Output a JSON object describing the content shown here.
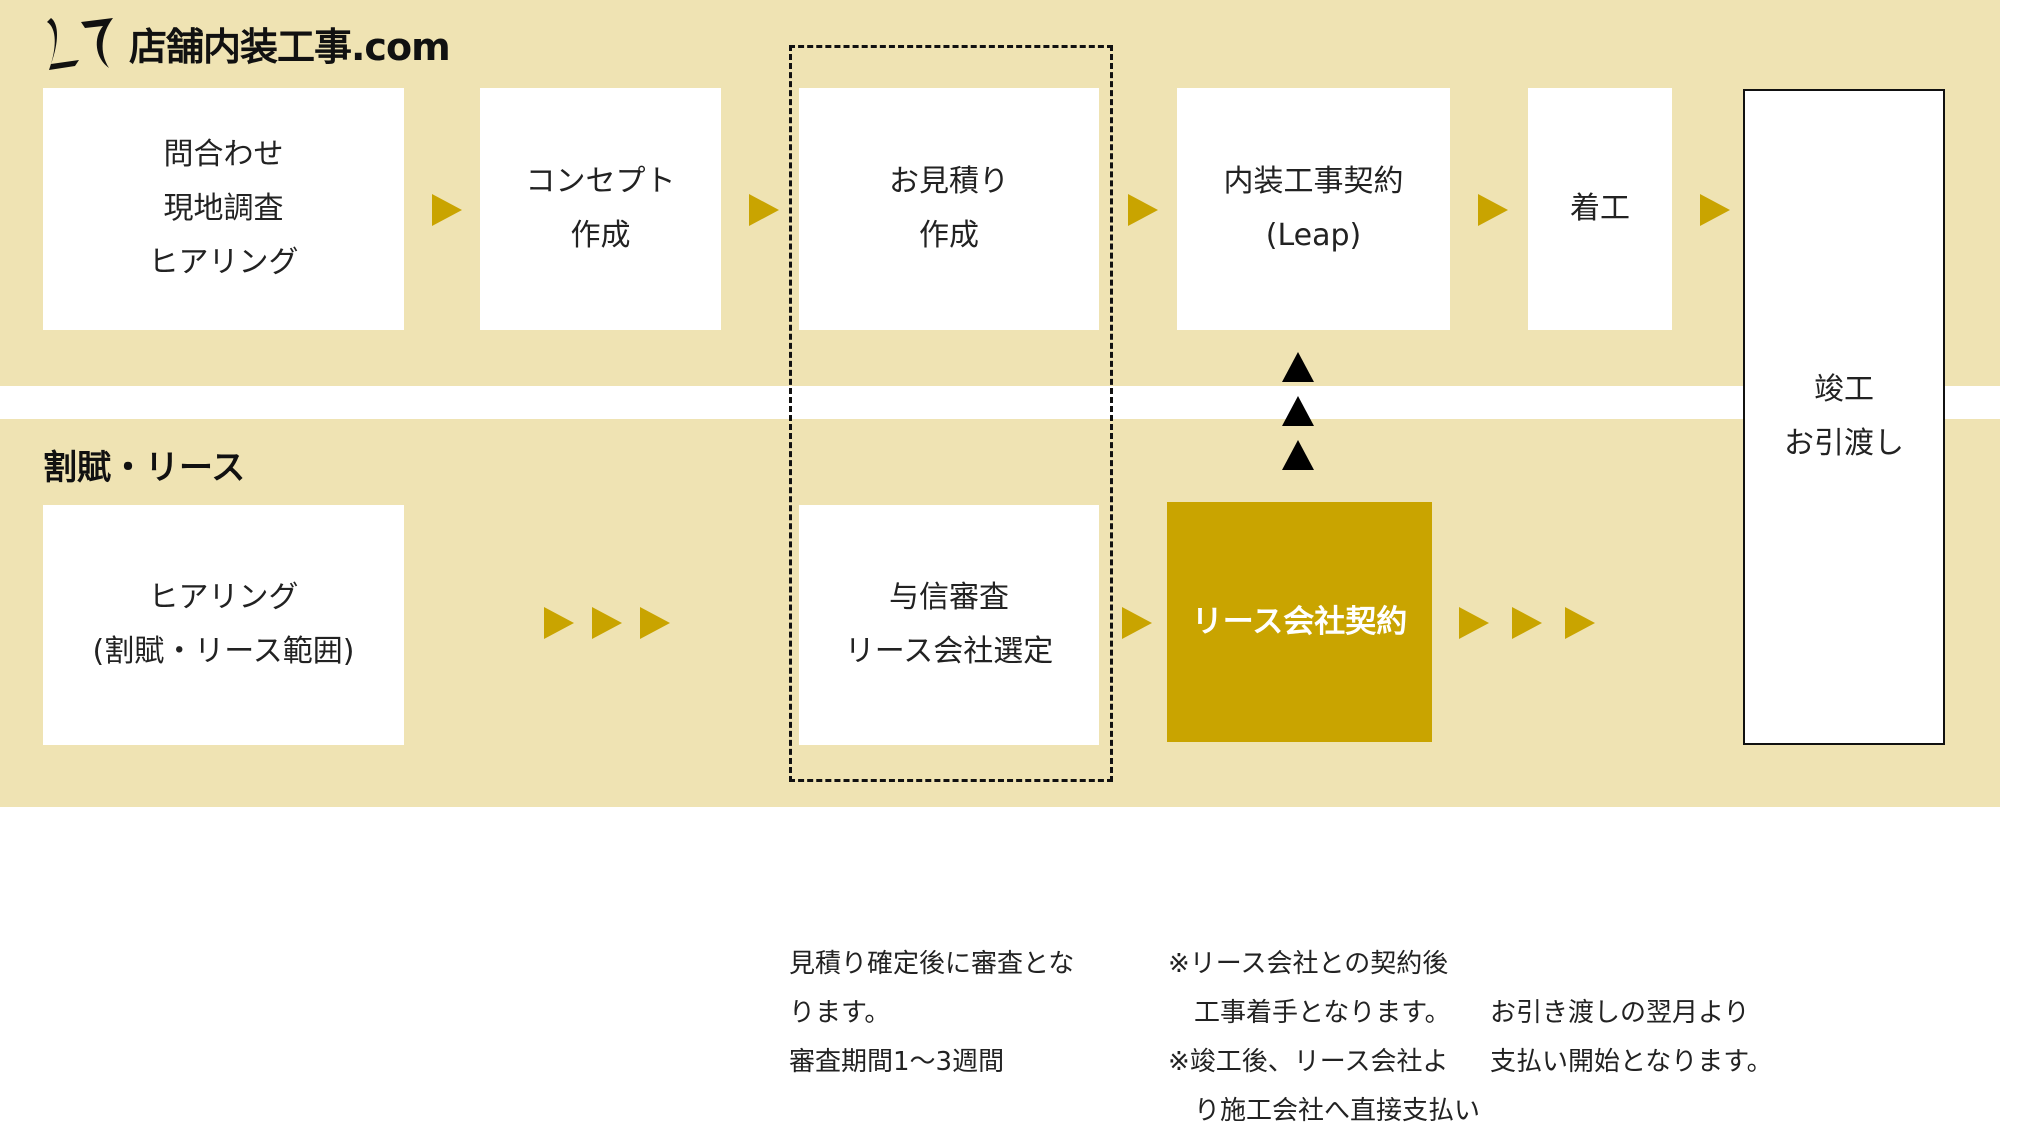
{
  "logo": {
    "text": "店舗内装工事.com"
  },
  "section_label": "割賦・リース",
  "top_row": [
    {
      "lines": [
        "問合わせ",
        "現地調査",
        "ヒアリング"
      ]
    },
    {
      "lines": [
        "コンセプト",
        "作成"
      ]
    },
    {
      "lines": [
        "お見積り",
        "作成"
      ]
    },
    {
      "lines": [
        "内装工事契約",
        "(Leap)"
      ]
    },
    {
      "lines": [
        "着工"
      ]
    }
  ],
  "final": {
    "lines": [
      "竣工",
      "お引渡し"
    ]
  },
  "bottom_row": [
    {
      "lines": [
        "ヒアリング",
        "(割賦・リース範囲)"
      ]
    },
    {
      "lines": [
        "与信審査",
        "リース会社選定"
      ]
    },
    {
      "lines": [
        "リース会社契約"
      ]
    }
  ],
  "notes": [
    {
      "lines": [
        "見積り確定後に審査とな",
        "ります。",
        "審査期間1〜3週間"
      ]
    },
    {
      "lines": [
        "※リース会社との契約後",
        "　工事着手となります。",
        "※竣工後、リース会社よ",
        "　り施工会社へ直接支払い"
      ]
    },
    {
      "lines": [
        "お引き渡しの翌月より",
        "支払い開始となります。"
      ]
    }
  ],
  "colors": {
    "band": "#efe3b3",
    "accent": "#c9a400"
  }
}
